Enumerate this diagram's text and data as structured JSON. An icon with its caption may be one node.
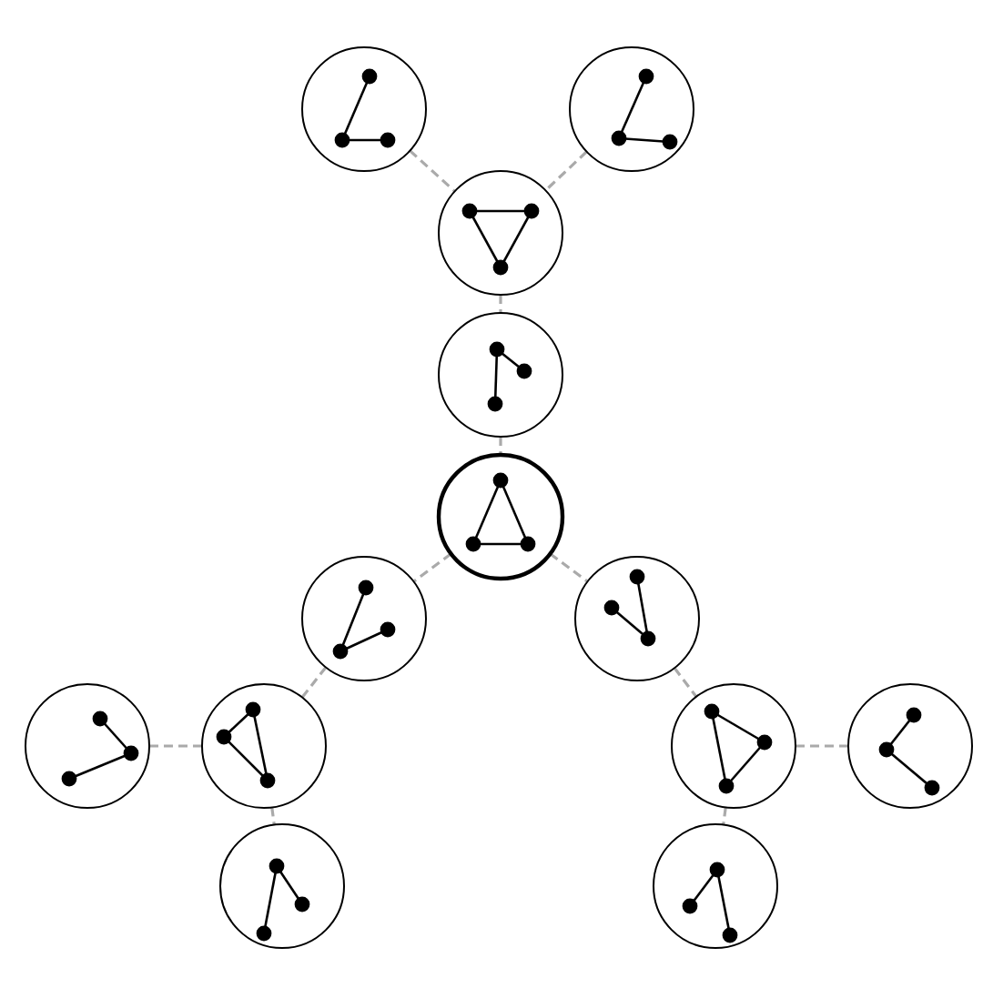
{
  "diagram": {
    "nodes": [
      {
        "text": [],
        "shape": "circle"
      },
      {
        "text": [],
        "shape": "circle"
      },
      {
        "text": [],
        "shape": "circle"
      },
      {
        "text": [],
        "shape": "circle"
      },
      {
        "text": [],
        "shape": "circle"
      },
      {
        "text": [],
        "shape": "circle"
      },
      {
        "text": [],
        "shape": "circle"
      },
      {
        "text": [],
        "shape": "circle"
      },
      {
        "text": [],
        "shape": "circle"
      },
      {
        "text": [],
        "shape": "circle"
      },
      {
        "text": [],
        "shape": "circle"
      },
      {
        "text": [],
        "shape": "circle"
      },
      {
        "text": [],
        "shape": "circle"
      }
    ],
    "edges": [
      {
        "from": 0,
        "to": 2,
        "arrow": "none",
        "style": "dashed"
      },
      {
        "from": 1,
        "to": 2,
        "arrow": "none",
        "style": "dashed"
      },
      {
        "from": 2,
        "to": 3,
        "arrow": "none",
        "style": "dashed"
      },
      {
        "from": 3,
        "to": 4,
        "arrow": "none",
        "style": "dashed"
      },
      {
        "from": 4,
        "to": 5,
        "arrow": "none",
        "style": "dashed"
      },
      {
        "from": 4,
        "to": 6,
        "arrow": "none",
        "style": "dashed"
      },
      {
        "from": 5,
        "to": 7,
        "arrow": "none",
        "style": "dashed"
      },
      {
        "from": 7,
        "to": 8,
        "arrow": "none",
        "style": "dashed"
      },
      {
        "from": 7,
        "to": 9,
        "arrow": "none",
        "style": "dashed"
      },
      {
        "from": 6,
        "to": 10,
        "arrow": "none",
        "style": "dashed"
      },
      {
        "from": 10,
        "to": 11,
        "arrow": "none",
        "style": "dashed"
      },
      {
        "from": 10,
        "to": 12,
        "arrow": "none",
        "style": "dashed"
      }
    ]
  }
}
